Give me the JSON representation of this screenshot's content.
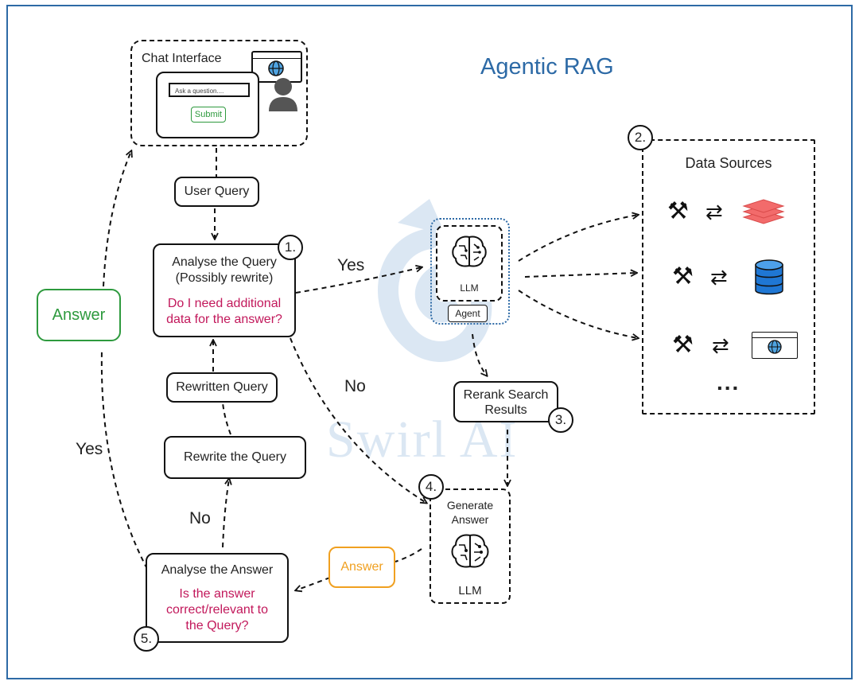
{
  "title": "Agentic RAG",
  "watermark": "Swirl AI",
  "colors": {
    "frame": "#2d6aa6",
    "title": "#2d6aa6",
    "magenta": "#c2185b",
    "green": "#2e9a3e",
    "orange": "#f0a020",
    "db_blue": "#1f77d4",
    "stack_red": "#f26b6b"
  },
  "chat": {
    "label": "Chat Interface",
    "placeholder": "Ask a question....",
    "submit": "Submit"
  },
  "user_query": "User Query",
  "analyse_query": {
    "step": "1.",
    "line1": "Analyse the Query",
    "line2": "(Possibly rewrite)",
    "question_line1": "Do I need additional",
    "question_line2": "data for the answer?"
  },
  "rewritten_query": "Rewritten Query",
  "rewrite_query": "Rewrite the Query",
  "answer_left": "Answer",
  "yes_left": "Yes",
  "yes_top": "Yes",
  "no_middle": "No",
  "no_bottom": "No",
  "agent": {
    "llm": "LLM",
    "label": "Agent"
  },
  "data_sources": {
    "step": "2.",
    "title": "Data Sources",
    "more": "..."
  },
  "rerank": {
    "step": "3.",
    "line1": "Rerank Search",
    "line2": "Results"
  },
  "generate": {
    "step": "4.",
    "line1": "Generate",
    "line2": "Answer",
    "llm": "LLM"
  },
  "answer_mid": "Answer",
  "analyse_answer": {
    "step": "5.",
    "title": "Analyse the Answer",
    "q1": "Is the answer",
    "q2": "correct/relevant to",
    "q3": "the Query?"
  },
  "icons": [
    "tools-icon",
    "exchange-icon",
    "layers-icon",
    "database-icon",
    "browser-globe-icon",
    "brain-icon",
    "person-icon",
    "globe-icon"
  ]
}
